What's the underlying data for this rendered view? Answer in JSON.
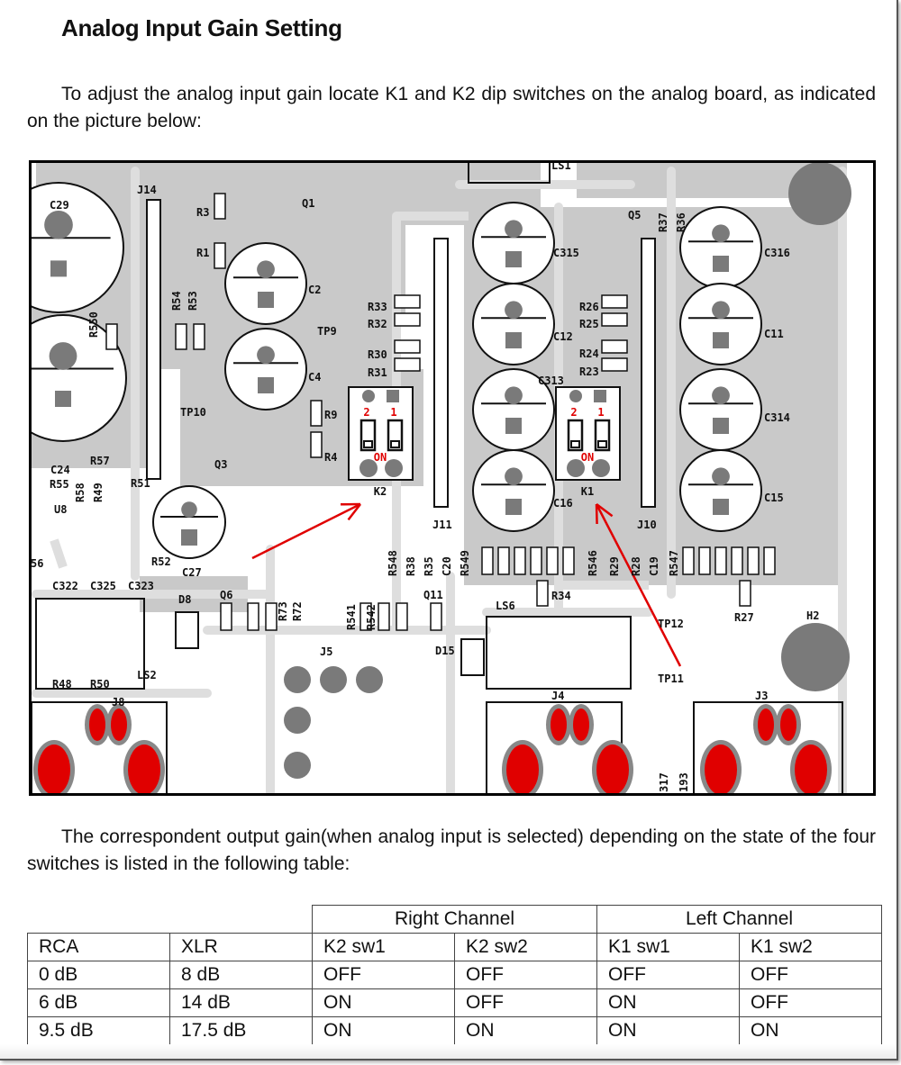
{
  "title": "Analog Input Gain Setting",
  "intro": "To adjust the analog input gain locate K1 and K2 dip switches on the analog board, as indicated on the picture below:",
  "pcb": {
    "labels": [
      "C29",
      "J14",
      "R3",
      "Q1",
      "R1",
      "C2",
      "R54",
      "R53",
      "R550",
      "TP9",
      "R33",
      "R32",
      "R30",
      "R31",
      "C4",
      "R9",
      "R4",
      "TP10",
      "Q3",
      "C24",
      "R57",
      "R55",
      "R58",
      "R49",
      "R51",
      "U8",
      "R52",
      "C27",
      "C322",
      "C325",
      "C323",
      "D8",
      "Q6",
      "R73",
      "R72",
      "R541",
      "R542",
      "Q11",
      "J5",
      "D15",
      "LS6",
      "TP12",
      "TP11",
      "J4",
      "J3",
      "J8",
      "R48",
      "R50",
      "LS2",
      "H2",
      "C315",
      "C12",
      "C313",
      "C16",
      "J11",
      "C316",
      "C11",
      "C314",
      "C15",
      "J10",
      "Q5",
      "R37",
      "R36",
      "LS1",
      "R26",
      "R25",
      "R24",
      "R23",
      "R548",
      "R38",
      "R35",
      "C20",
      "R549",
      "R546",
      "R29",
      "R28",
      "C19",
      "R547",
      "R34",
      "R27",
      "317",
      "193",
      "56"
    ],
    "k2": {
      "label": "K2",
      "sw_labels": [
        "2",
        "1"
      ],
      "on_label": "ON"
    },
    "k1": {
      "label": "K1",
      "sw_labels": [
        "2",
        "1"
      ],
      "on_label": "ON"
    },
    "colors": {
      "board": "#c9c9c9",
      "trace": "#dedede",
      "pad": "#7a7a7a",
      "highlight": "#e00000"
    }
  },
  "table_intro": "The correspondent output gain(when analog input is selected) depending on the state of the four switches is listed in the following table:",
  "table": {
    "groups": [
      "Right Channel",
      "Left Channel"
    ],
    "headers": [
      "RCA",
      "XLR",
      "K2 sw1",
      "K2 sw2",
      "K1 sw1",
      "K1 sw2"
    ],
    "rows": [
      [
        "0 dB",
        "8 dB",
        "OFF",
        "OFF",
        "OFF",
        "OFF"
      ],
      [
        "6 dB",
        "14 dB",
        "ON",
        "OFF",
        "ON",
        "OFF"
      ],
      [
        "9.5 dB",
        "17.5 dB",
        "ON",
        "ON",
        "ON",
        "ON"
      ]
    ]
  }
}
